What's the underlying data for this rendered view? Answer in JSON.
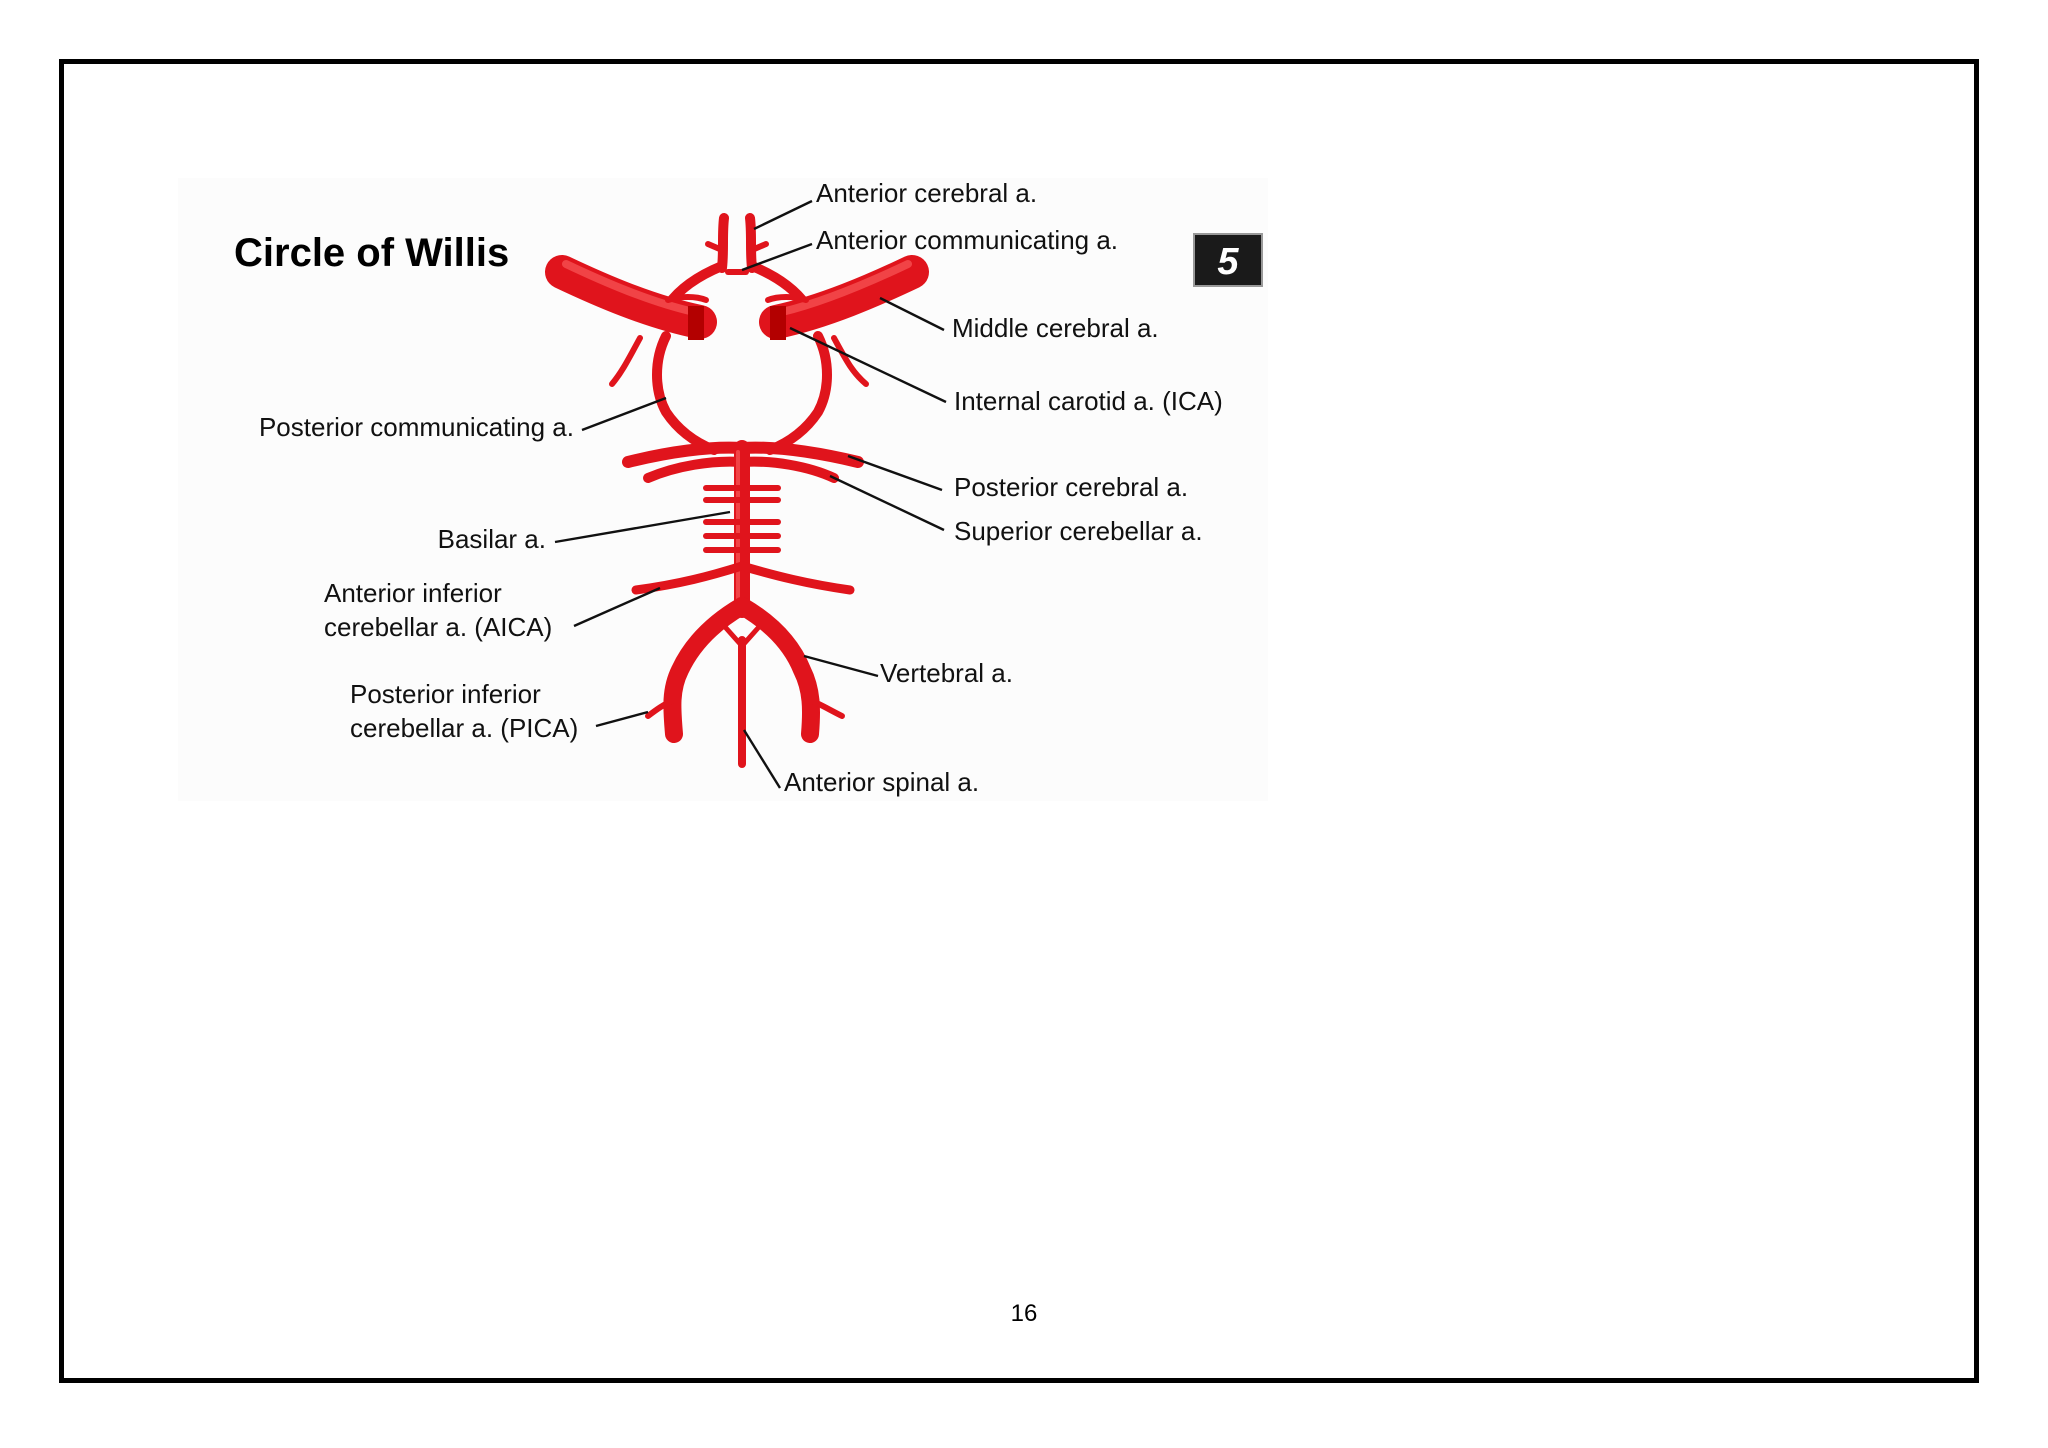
{
  "diagram": {
    "title": "Circle of Willis",
    "badge": "5",
    "labels": {
      "anterior_cerebral": "Anterior cerebral a.",
      "anterior_communicating": "Anterior communicating a.",
      "middle_cerebral": "Middle cerebral a.",
      "internal_carotid": "Internal carotid a. (ICA)",
      "posterior_communicating": "Posterior communicating a.",
      "posterior_cerebral": "Posterior cerebral a.",
      "superior_cerebellar": "Superior cerebellar a.",
      "basilar": "Basilar a.",
      "aica_line1": "Anterior inferior",
      "aica_line2": "cerebellar a. (AICA)",
      "vertebral": "Vertebral a.",
      "pica_line1": "Posterior inferior",
      "pica_line2": "cerebellar a. (PICA)",
      "anterior_spinal": "Anterior spinal a."
    },
    "colors": {
      "vessel": "#e0141c",
      "badge_bg": "#1a1a1a"
    }
  },
  "page": {
    "number": "16"
  }
}
